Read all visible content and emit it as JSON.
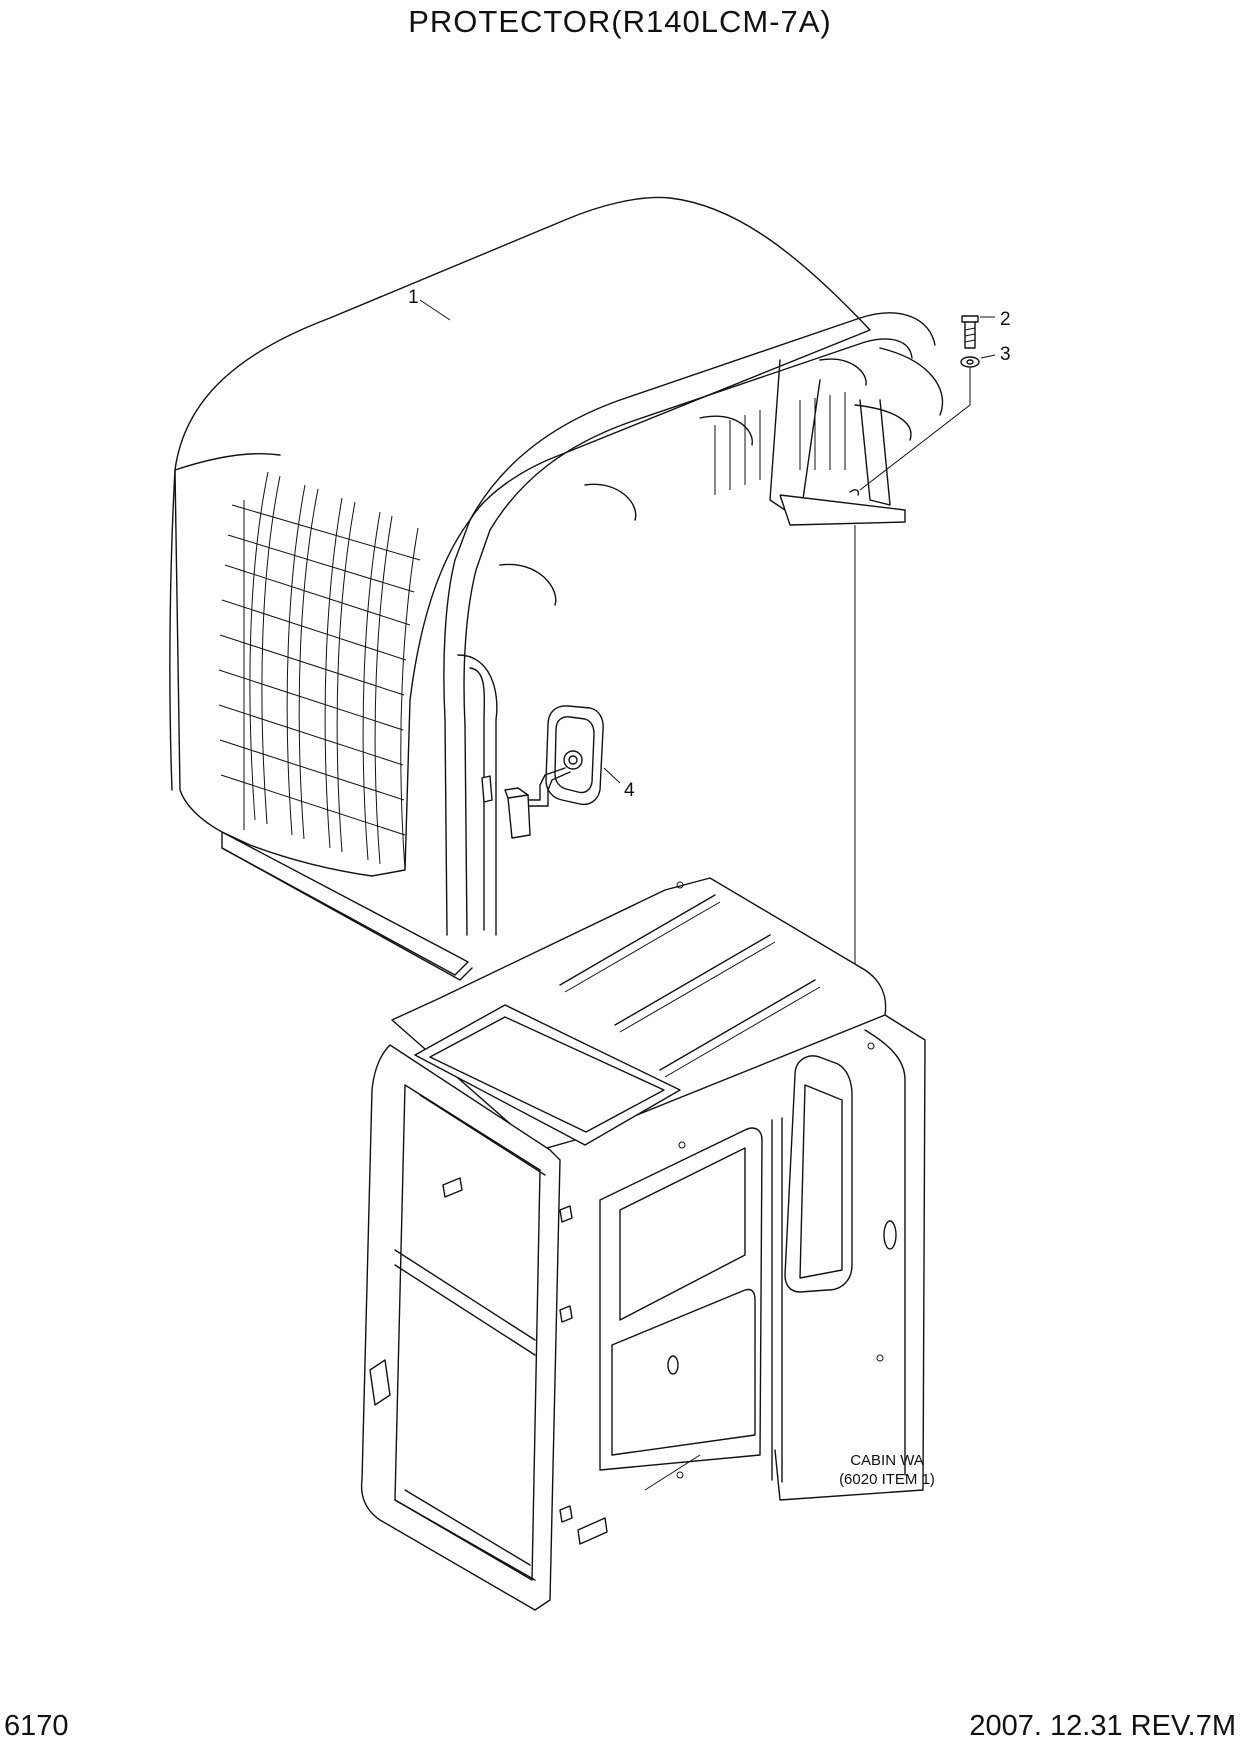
{
  "header": {
    "title": "PROTECTOR(R140LCM-7A)"
  },
  "callouts": [
    {
      "number": "1",
      "part": "protector-guard"
    },
    {
      "number": "2",
      "part": "bolt"
    },
    {
      "number": "3",
      "part": "washer"
    },
    {
      "number": "4",
      "part": "mirror"
    }
  ],
  "reference_note": {
    "line1": "CABIN WA",
    "line2": "(6020 ITEM 1)"
  },
  "footer": {
    "page_number": "6170",
    "revision": "2007. 12.31  REV.7M"
  }
}
